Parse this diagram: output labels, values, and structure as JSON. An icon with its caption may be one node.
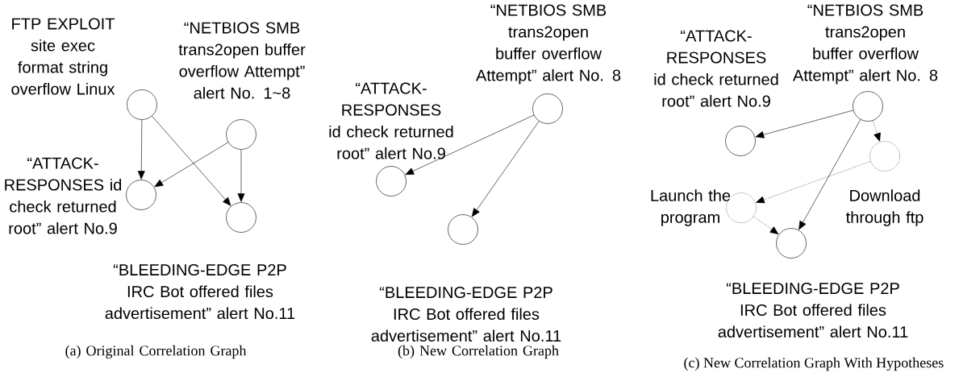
{
  "diagram": {
    "nodes": [
      {
        "text": [
          "FTP EXPLOIT site exec format string overflow Linux"
        ]
      },
      {
        "text": [
          "“NETBIOS SMB trans2open buffer overflow Attempt” alert No. 1~8"
        ]
      },
      {
        "text": [
          "“ATTACK-RESPONSES id check returned root” alert No.9"
        ]
      },
      {
        "text": [
          "“BLEEDING-EDGE P2P IRC Bot offered files advertisement” alert No.11"
        ]
      },
      {
        "text": [
          "“NETBIOS SMB trans2open buffer overflow Attempt” alert No. 8"
        ]
      },
      {
        "text": [
          "“ATTACK-RESPONSES id check returned root” alert No.9"
        ]
      },
      {
        "text": [
          "“BLEEDING-EDGE P2P IRC Bot offered files advertisement” alert No.11"
        ]
      },
      {
        "text": [
          "“NETBIOS SMB trans2open buffer overflow Attempt” alert No. 8"
        ]
      },
      {
        "text": [
          "“ATTACK-RESPONSES id check returned root” alert No.9"
        ]
      },
      {
        "text": [
          "Download through ftp"
        ]
      },
      {
        "text": [
          "Launch the program"
        ]
      },
      {
        "text": [
          "“BLEEDING-EDGE P2P IRC Bot offered files advertisement” alert No.11"
        ]
      }
    ],
    "edges": [
      {
        "from": 0,
        "to": 2,
        "arrow": "to"
      },
      {
        "from": 0,
        "to": 3,
        "arrow": "to"
      },
      {
        "from": 1,
        "to": 2,
        "arrow": "to"
      },
      {
        "from": 1,
        "to": 3,
        "arrow": "to"
      },
      {
        "from": 4,
        "to": 5,
        "arrow": "to"
      },
      {
        "from": 4,
        "to": 6,
        "arrow": "to"
      },
      {
        "from": 7,
        "to": 8,
        "arrow": "to"
      },
      {
        "from": 7,
        "to": 11,
        "arrow": "to"
      },
      {
        "from": 7,
        "to": 9,
        "arrow": "to",
        "style": "dashed"
      },
      {
        "from": 9,
        "to": 10,
        "arrow": "to",
        "style": "dashed"
      },
      {
        "from": 10,
        "to": 11,
        "arrow": "to",
        "style": "dashed"
      }
    ],
    "labels": [
      "(a) Original Correlation Graph",
      "(b) New Correlation Graph",
      "(c) New Correlation Graph With Hypotheses"
    ]
  }
}
